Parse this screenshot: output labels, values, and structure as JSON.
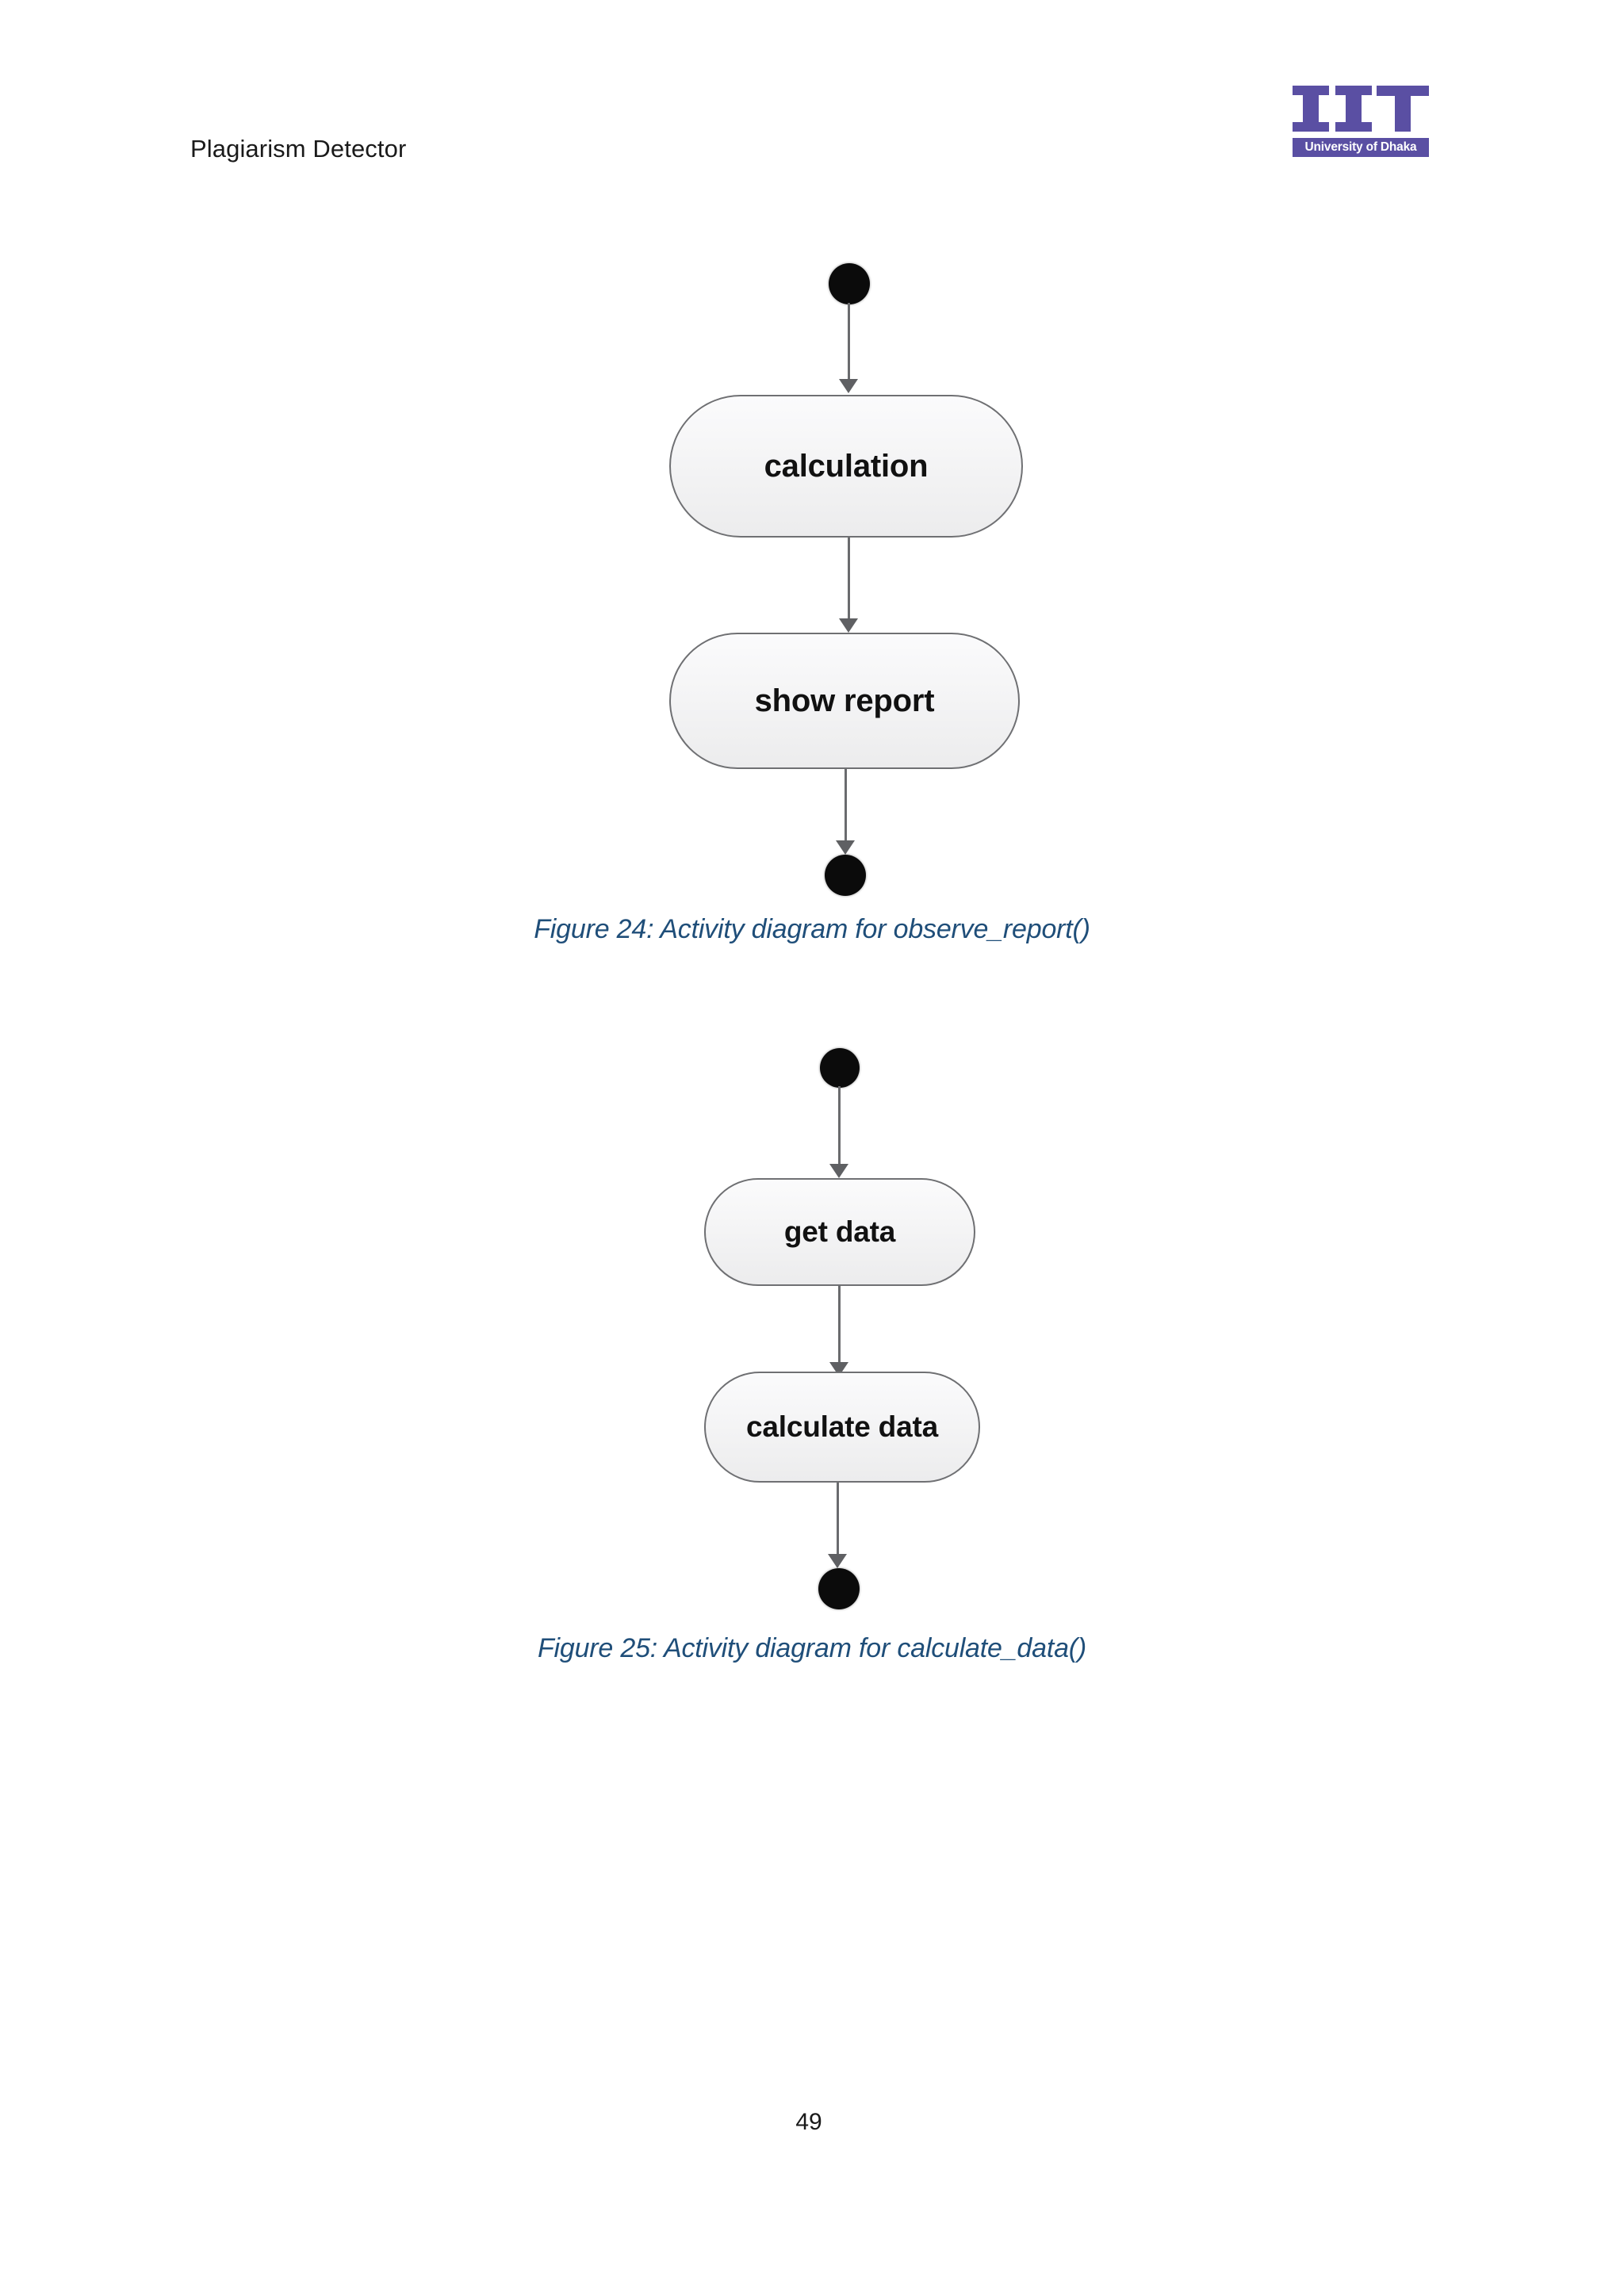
{
  "document": {
    "header_title": "Plagiarism Detector",
    "page_number": "49"
  },
  "logo": {
    "mark_text": "IIT",
    "subtitle": "University of Dhaka",
    "color": "#5a4fa3"
  },
  "theme": {
    "caption_color": "#1f4e79",
    "node_border_color": "#6f7073",
    "node_fill_top": "#fbfbfc",
    "node_fill_bottom": "#ececed",
    "edge_color": "#6a6b6e",
    "terminal_color": "#0b0b0b",
    "text_color": "#111111"
  },
  "figures": [
    {
      "id": "figure-24",
      "caption": "Figure 24: Activity diagram for observe_report()",
      "diagram": {
        "type": "uml-activity-diagram",
        "start_node": "initial-node",
        "end_node": "final-node",
        "nodes": [
          {
            "label": "calculation"
          },
          {
            "label": "show report"
          }
        ],
        "flow": [
          "start",
          "calculation",
          "show report",
          "end"
        ]
      }
    },
    {
      "id": "figure-25",
      "caption": "Figure 25: Activity diagram for calculate_data()",
      "diagram": {
        "type": "uml-activity-diagram",
        "start_node": "initial-node",
        "end_node": "final-node",
        "nodes": [
          {
            "label": "get data"
          },
          {
            "label": "calculate data"
          }
        ],
        "flow": [
          "start",
          "get data",
          "calculate data",
          "end"
        ]
      }
    }
  ]
}
